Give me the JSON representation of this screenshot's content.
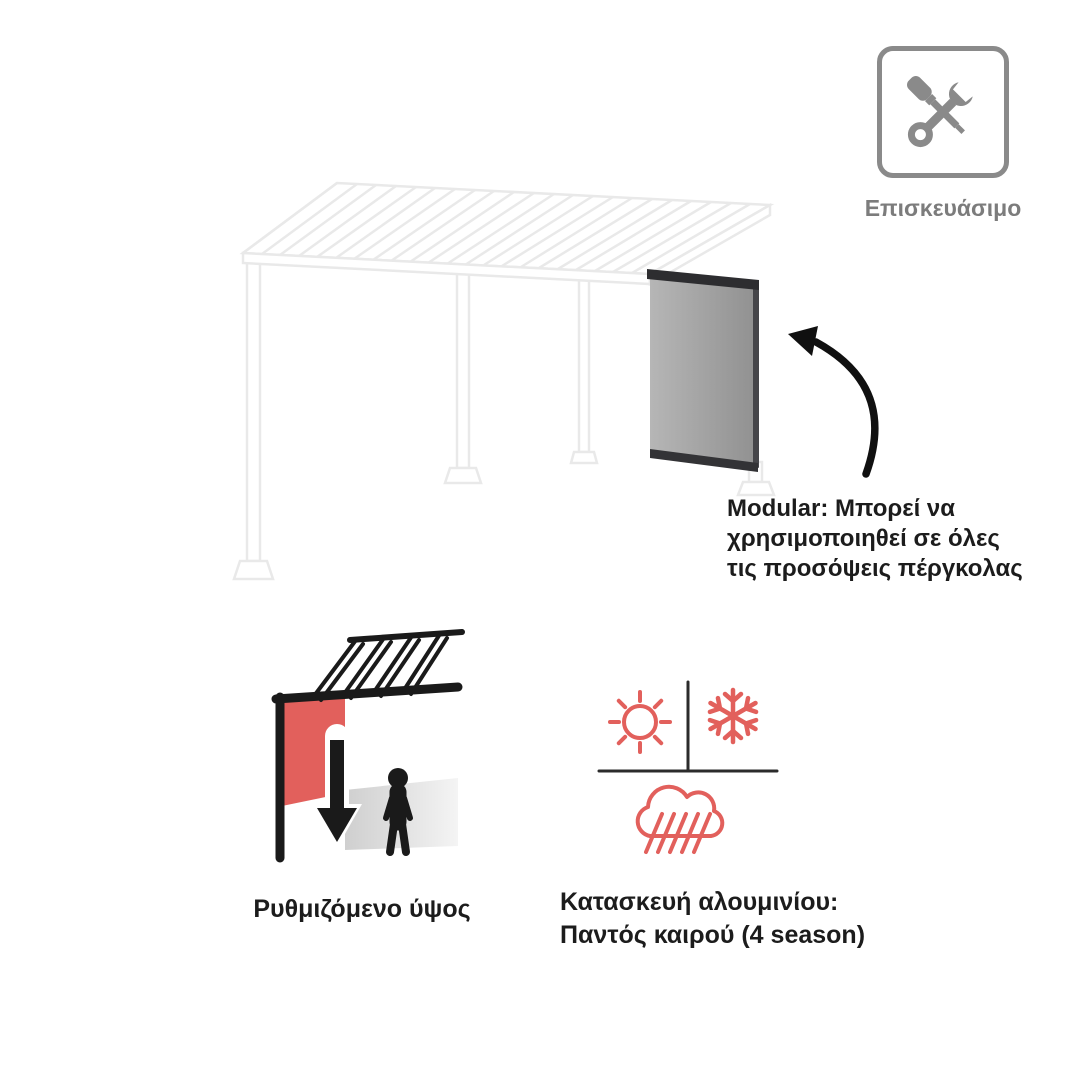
{
  "repairable_badge": {
    "label": "Επισκευάσιμο",
    "icon": "screwdriver-wrench-icon"
  },
  "modular_annotation": {
    "lines": [
      "Modular: Μπορεί να",
      "χρησιμοποιηθεί σε όλες",
      "τις προσόψεις πέργκολας"
    ],
    "pointer_icon": "curved-arrow-icon"
  },
  "features": {
    "adjustable_height": {
      "icon": "curtain-lowering-person-icon",
      "label": "Ρυθμιζόμενο ύψος"
    },
    "all_weather": {
      "icon": "sun-snowflake-rain-icon",
      "lines": [
        "Κατασκευή αλουμινίου:",
        "Παντός καιρού (4 season)"
      ]
    }
  },
  "illustration": {
    "subject_icon": "pergola-with-side-screen-illustration"
  },
  "colors": {
    "accent_red": "#e2605c",
    "icon_gray": "#8a8a8a",
    "ink": "#1a1a1a",
    "text_dark": "#1c1c1c",
    "text_gray": "#7c7c7c",
    "pergola_line": "#e9e9e9",
    "screen_gray": "#9c9c9c"
  }
}
